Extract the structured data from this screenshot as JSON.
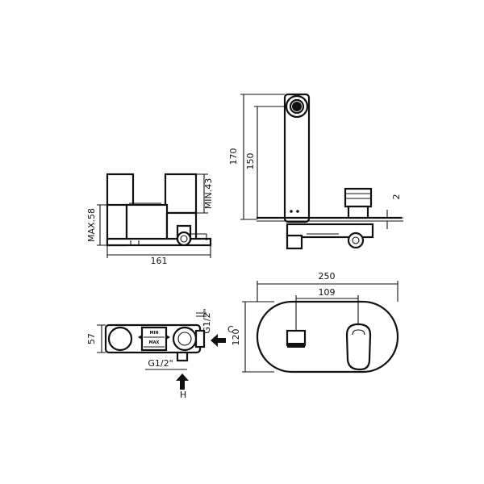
{
  "dimensions": {
    "width_161": "161",
    "max_58": "MAX.58",
    "min_43": "MIN.43",
    "height_170": "170",
    "height_150": "150",
    "gap_2": "2",
    "width_250": "250",
    "width_109": "109",
    "height_120": "120",
    "depth_57": "57",
    "thread_side": "G1/2\"",
    "thread_bottom": "G1/2\""
  },
  "markings": {
    "min": "MIN",
    "max": "MAX",
    "cold": "C",
    "hot": "H"
  },
  "icons": [
    "arrow-left-icon",
    "arrow-up-icon"
  ],
  "colors": {
    "line": "#111111",
    "background": "#ffffff"
  }
}
